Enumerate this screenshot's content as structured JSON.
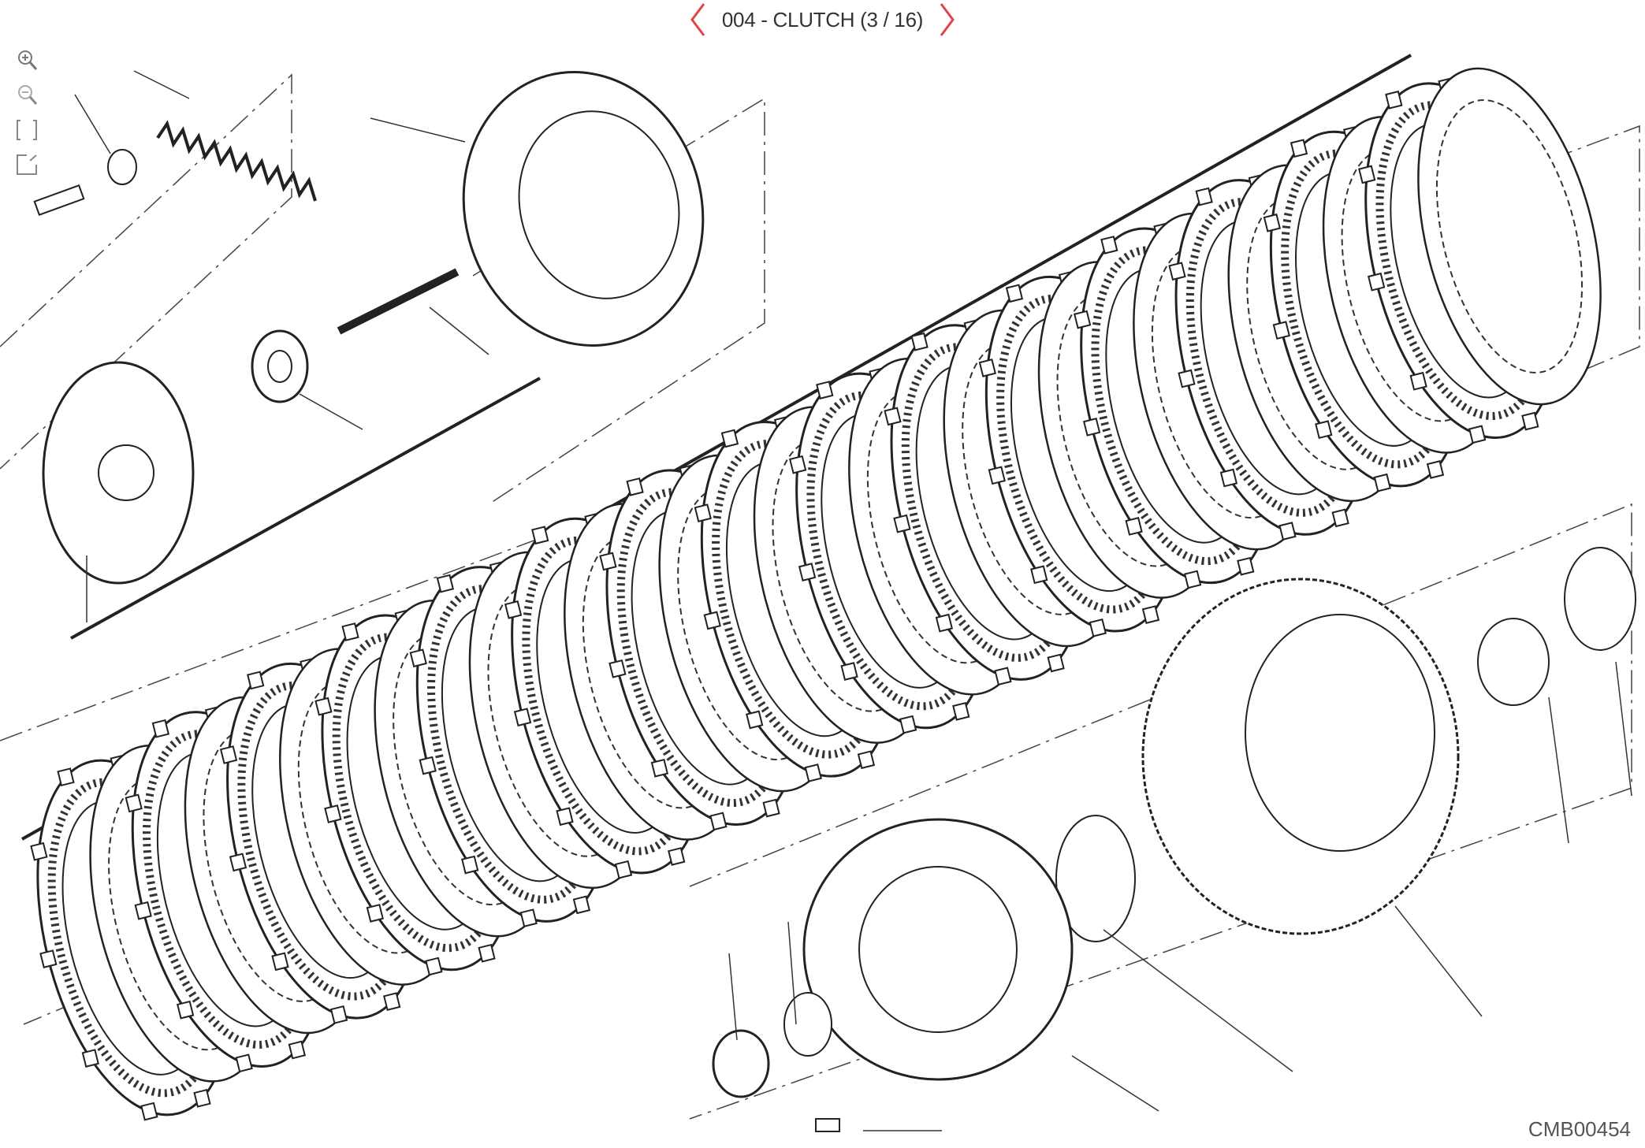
{
  "header": {
    "title": "004 - CLUTCH (3 / 16)",
    "prev_icon": "chevron-left-icon",
    "next_icon": "chevron-right-icon",
    "accent_color": "#e0434a"
  },
  "toolbar": {
    "icons": [
      "zoom-in-icon",
      "zoom-out-icon",
      "fit-to-screen-icon",
      "fullscreen-icon"
    ]
  },
  "drawing": {
    "code": "CMB00454",
    "plate_count": 30
  }
}
